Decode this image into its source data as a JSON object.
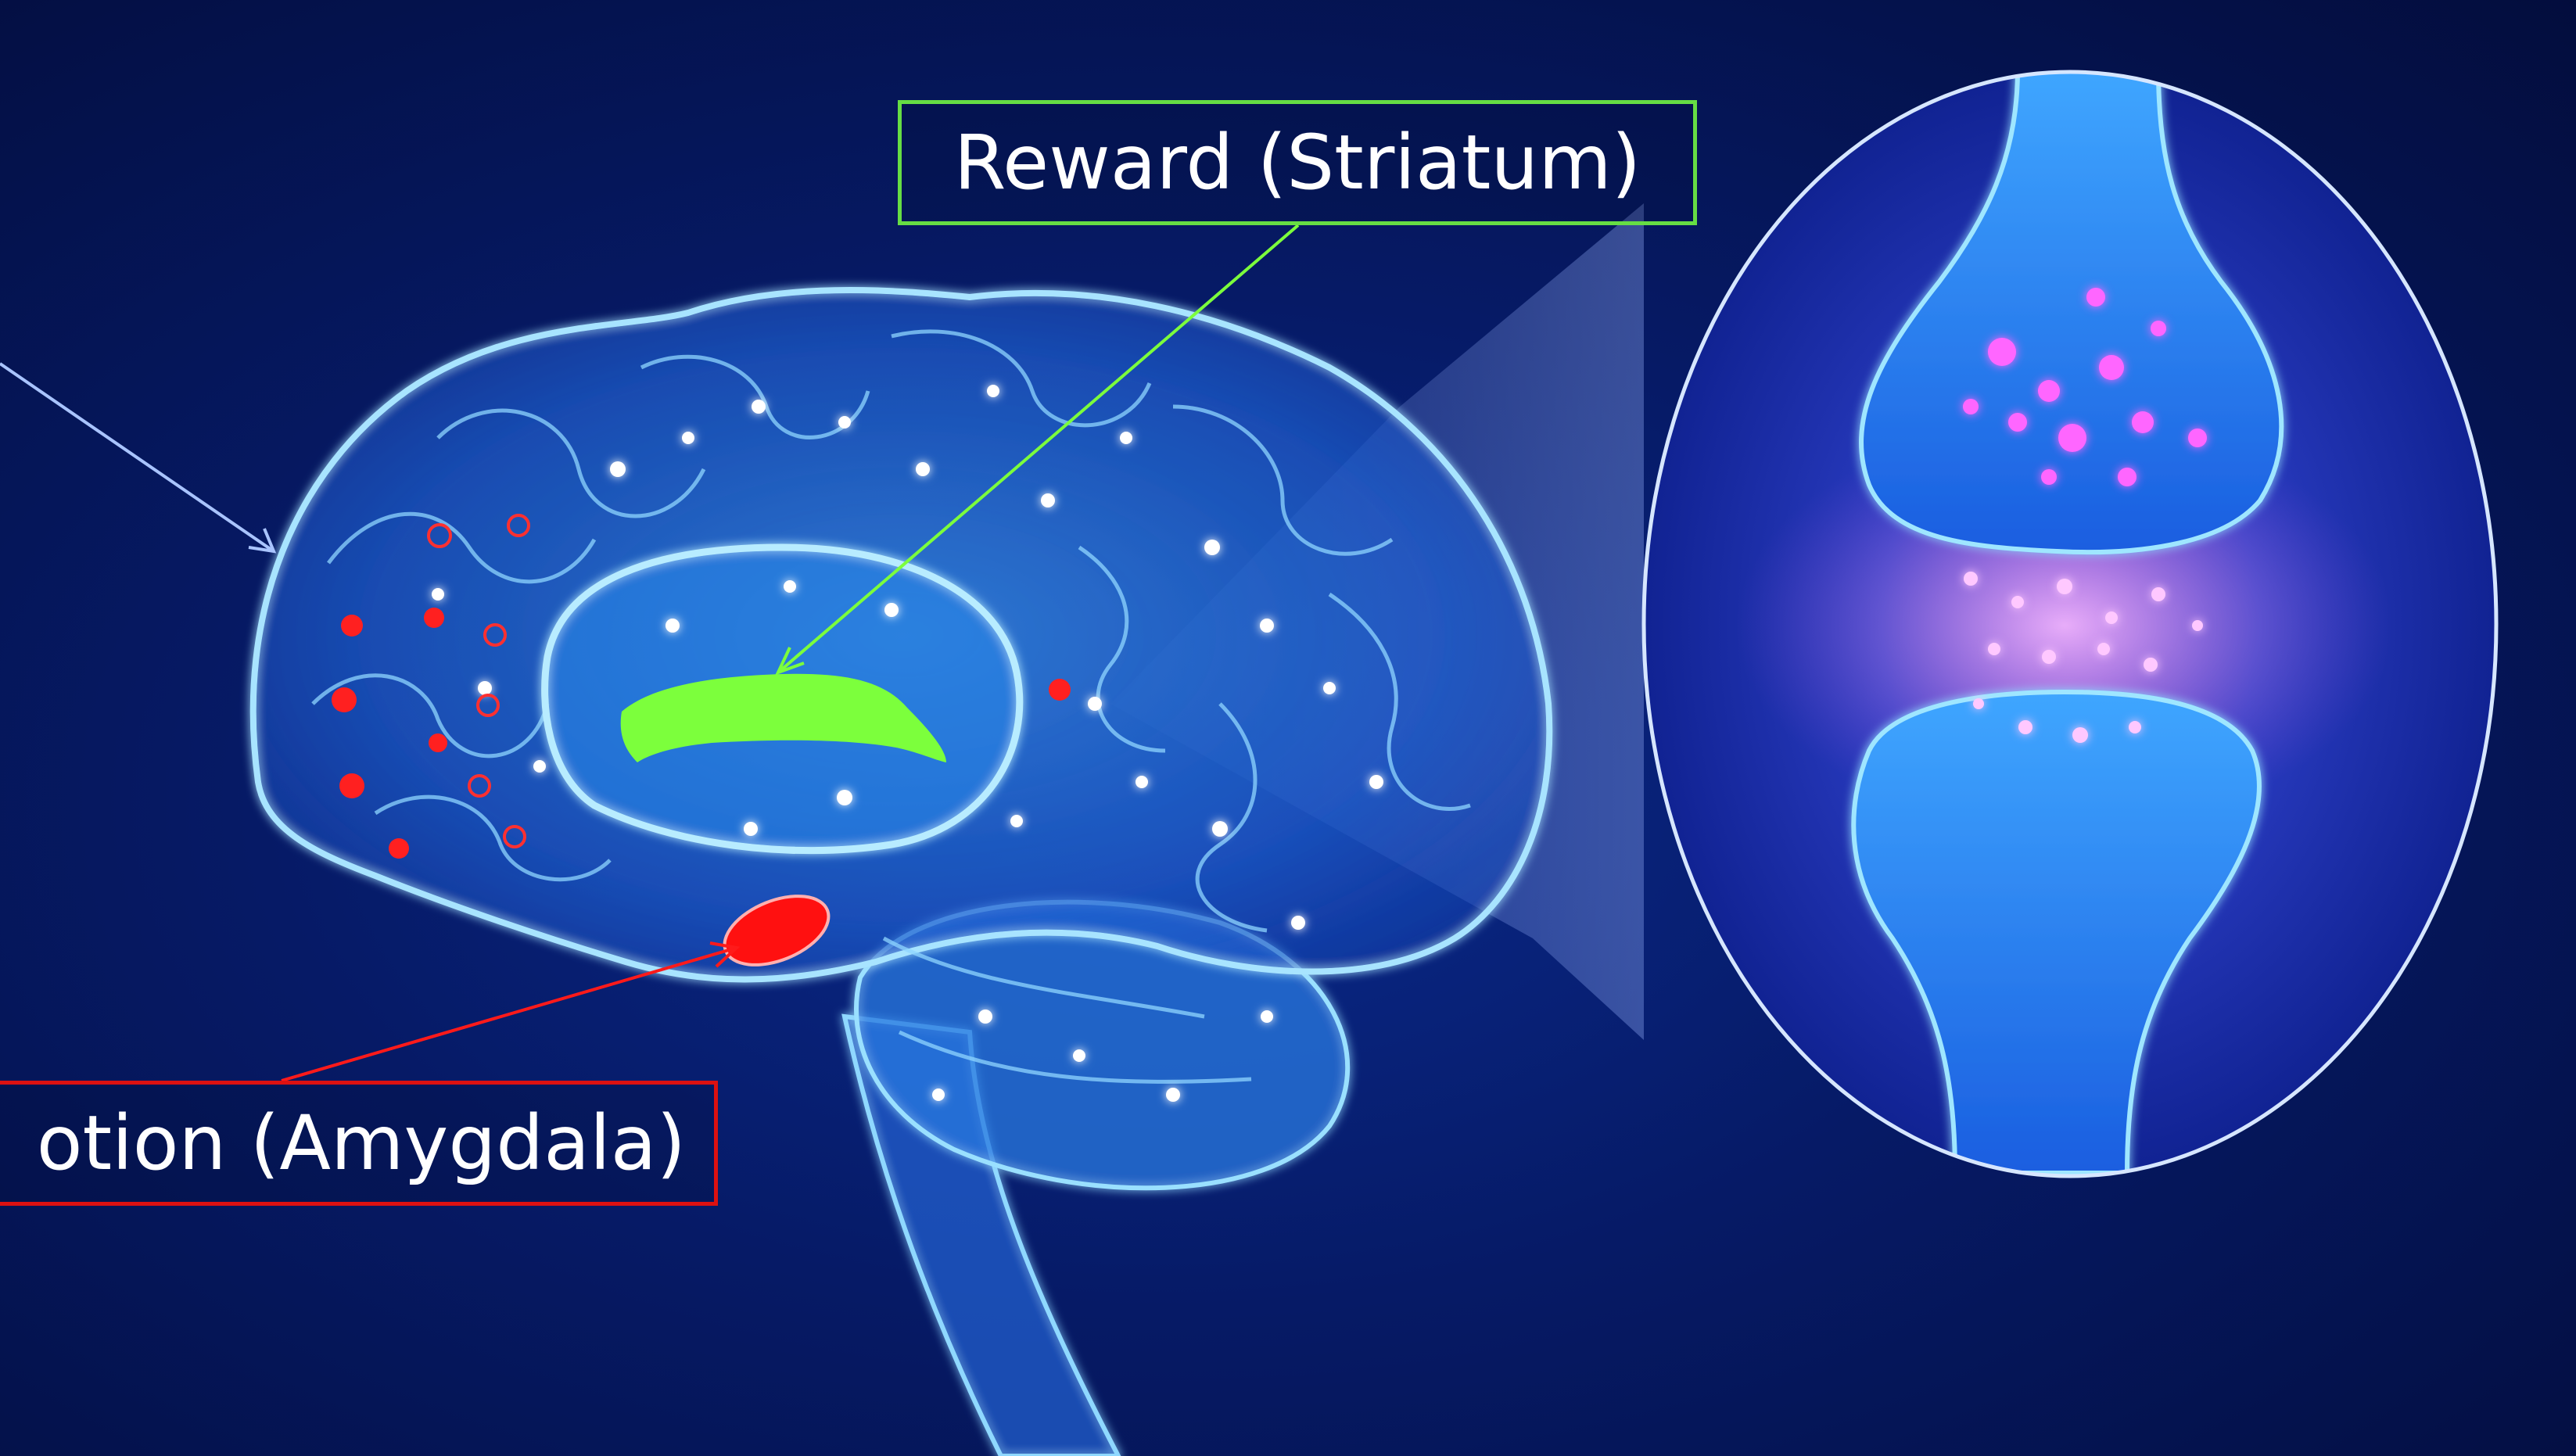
{
  "labels": {
    "reward": "Reward (Striatum)",
    "emotion": "otion (Amygdala)"
  },
  "colors": {
    "background": "#061a66",
    "brain_glow": "#7fd8ff",
    "striatum": "#7cff3c",
    "amygdala": "#ff1010",
    "reward_border": "#66dd44",
    "emotion_border": "#dd1111",
    "pointer_arrow": "#a9c4ff",
    "neurotransmitter": "#ff66ff"
  },
  "icons": {
    "brain": "brain-illustration",
    "synapse": "synapse-illustration"
  }
}
